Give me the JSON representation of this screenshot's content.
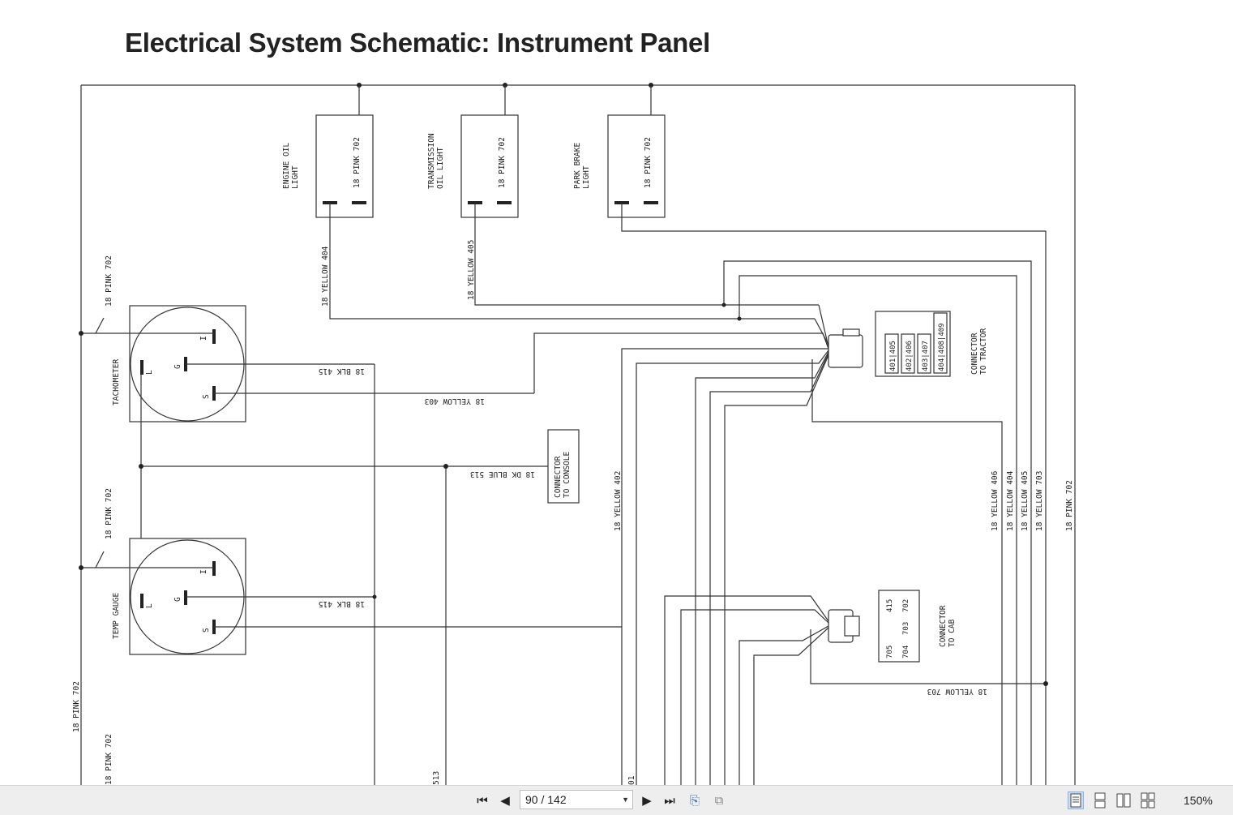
{
  "document": {
    "title": "Electrical System Schematic: Instrument Panel",
    "lights": [
      {
        "name": "ENGINE OIL\nLIGHT",
        "wire_in": "18 PINK 702",
        "wire_out": "18 YELLOW 404"
      },
      {
        "name": "TRANSMISSION\nOIL LIGHT",
        "wire_in": "18 PINK 702",
        "wire_out": "18 YELLOW 405"
      },
      {
        "name": "PARK BRAKE\nLIGHT",
        "wire_in": "18 PINK 702"
      }
    ],
    "gauges": [
      {
        "name": "TACHOMETER",
        "supply": "18 PINK 702",
        "ground": "18 BLK 415",
        "signal": "18 YELLOW 403",
        "pins": [
          "I",
          "G",
          "S",
          "L"
        ]
      },
      {
        "name": "TEMP GAUGE",
        "supply": "18 PINK 702",
        "ground": "18 BLK 415",
        "pins": [
          "I",
          "G",
          "S",
          "L"
        ]
      }
    ],
    "console_connector": {
      "name": "CONNECTOR\nTO CONSOLE",
      "wire": "18 DK BLUE 513"
    },
    "tractor_connector": {
      "name": "CONNECTOR\nTO TRACTOR",
      "cells": [
        "401",
        "405",
        "402",
        "406",
        "403",
        "407",
        "404",
        "408",
        "409"
      ]
    },
    "cab_connector": {
      "name": "CONNECTOR\nTO CAB",
      "cells": [
        "415",
        "702",
        "703",
        "704",
        "705"
      ],
      "wire": "18 YELLOW 703"
    },
    "right_bundle": [
      "18 YELLOW 406",
      "18 YELLOW 404",
      "18 YELLOW 405",
      "18 YELLOW 703",
      "18 PINK 702"
    ],
    "yellow_402": "18 YELLOW 402",
    "left_labels": [
      "18 PINK 702",
      "18 PINK 702"
    ],
    "clipped_labels": [
      "513",
      "01"
    ]
  },
  "toolbar": {
    "page_indicator": "90 / 142",
    "zoom": "150%",
    "icons": [
      "first-page-icon",
      "prev-page-icon",
      "next-page-icon",
      "last-page-icon",
      "rotate-icon",
      "fit-icon",
      "single-page-icon",
      "continuous-icon",
      "facing-icon",
      "facing-continuous-icon"
    ]
  }
}
